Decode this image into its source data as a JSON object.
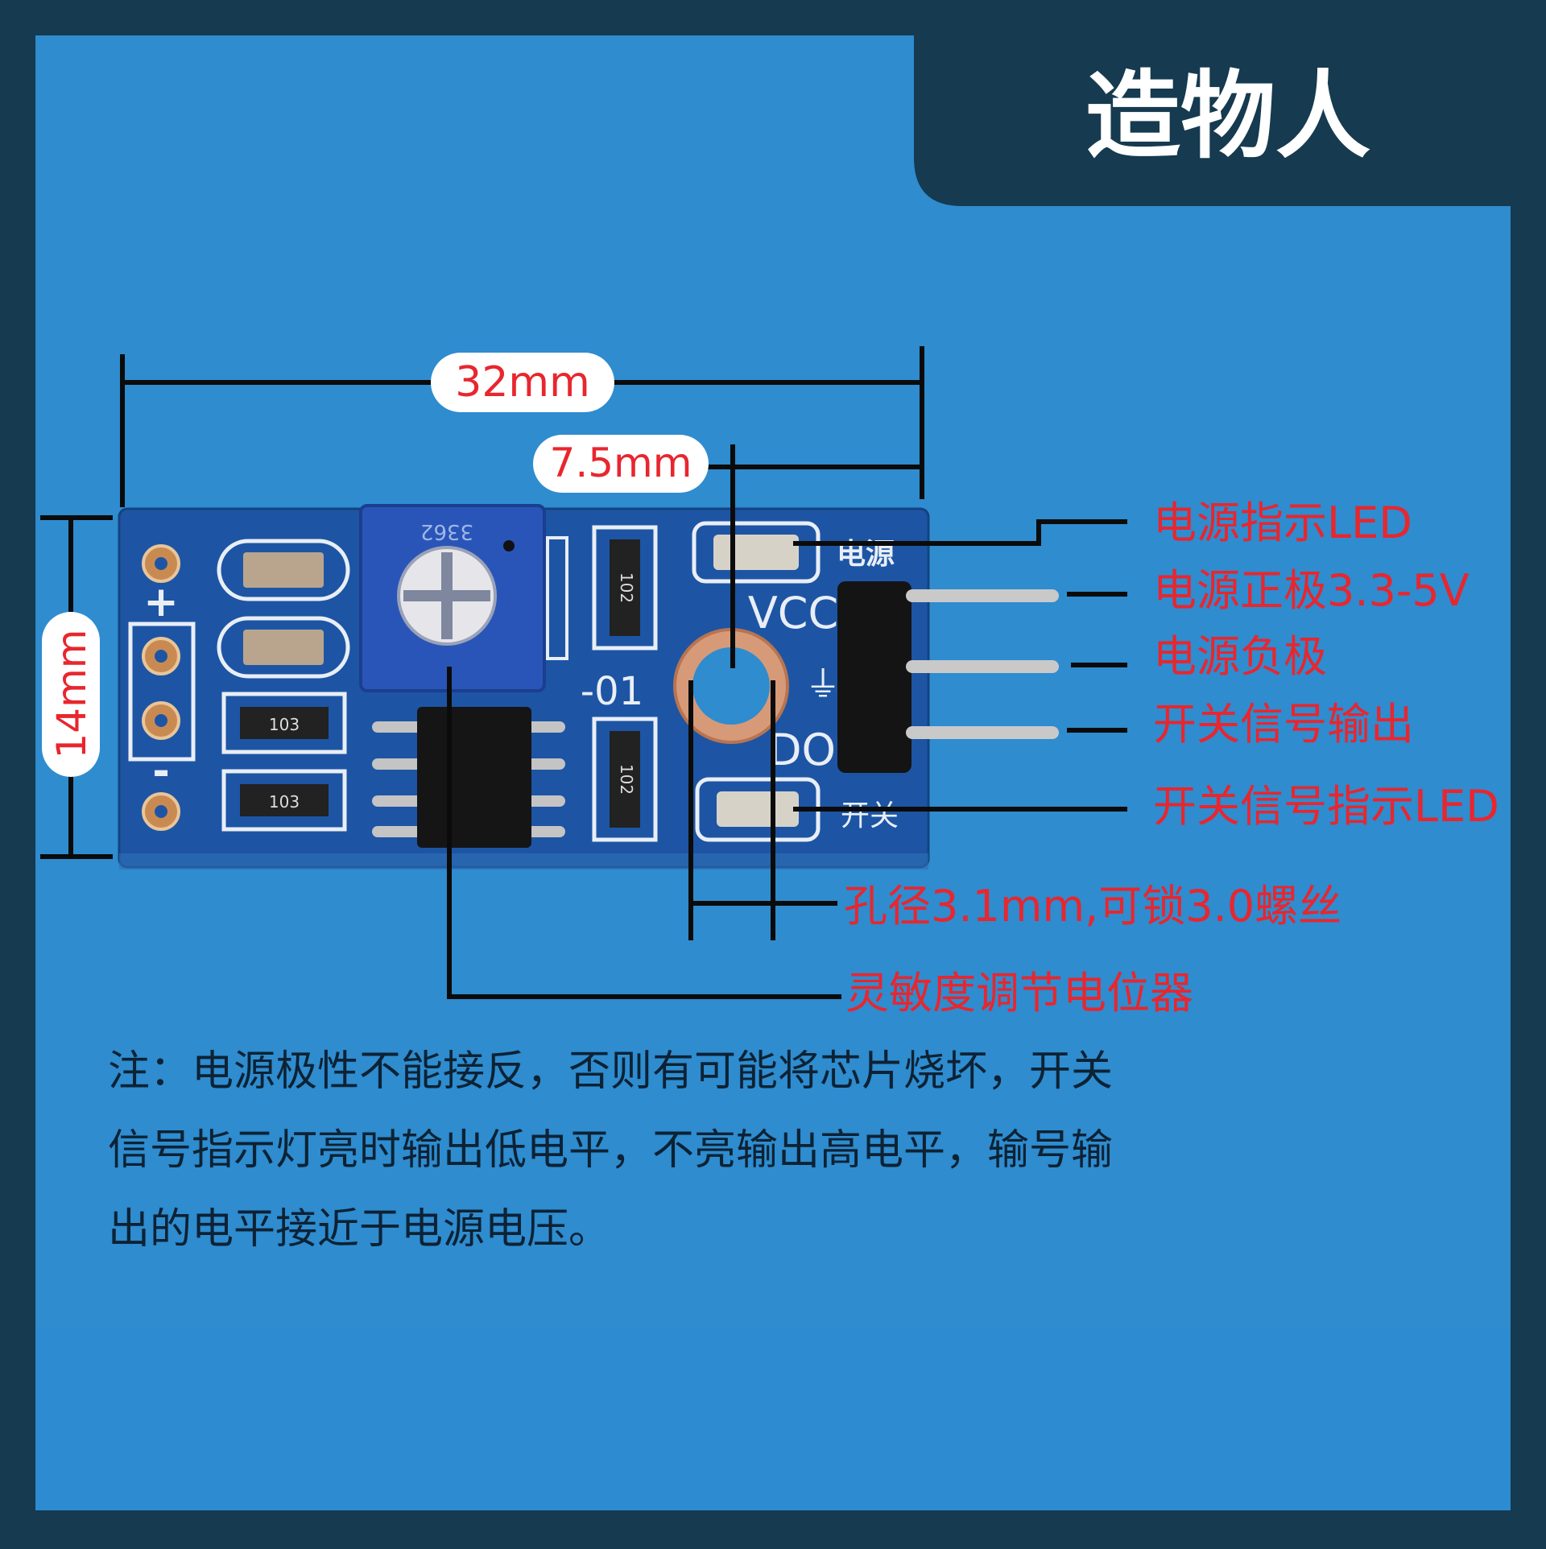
{
  "brand": {
    "name": "造物人"
  },
  "colors": {
    "frame": "#163a4f",
    "background": "#2e8ccf",
    "board": "#1f56a6",
    "label": "#e8262e",
    "note": "#0d2234",
    "leader": "#0b0b0b"
  },
  "dimensions": {
    "width": "32mm",
    "height": "14mm",
    "hole_offset": "7.5mm"
  },
  "board": {
    "silk_plus": "+",
    "silk_minus": "-",
    "silk_power_led": "电源",
    "silk_vcc": "VCC",
    "silk_gnd": "⏚",
    "silk_do": "DO",
    "silk_switch_led": "开关",
    "silk_ref": "-01",
    "resistor_code_a": "103",
    "resistor_code_b": "103",
    "resistor_code_c": "102",
    "resistor_code_d": "102",
    "pot_code": "3362"
  },
  "callouts": {
    "power_led": "电源指示LED",
    "vcc": "电源正极3.3-5V",
    "gnd": "电源负极",
    "do": "开关信号输出",
    "switch_led": "开关信号指示LED",
    "hole": "孔径3.1mm,可锁3.0螺丝",
    "pot": "灵敏度调节电位器"
  },
  "note": {
    "line1": "注：电源极性不能接反，否则有可能将芯片烧坏，开关",
    "line2": "信号指示灯亮时输出低电平，不亮输出高电平，输号输",
    "line3": "出的电平接近于电源电压。"
  }
}
